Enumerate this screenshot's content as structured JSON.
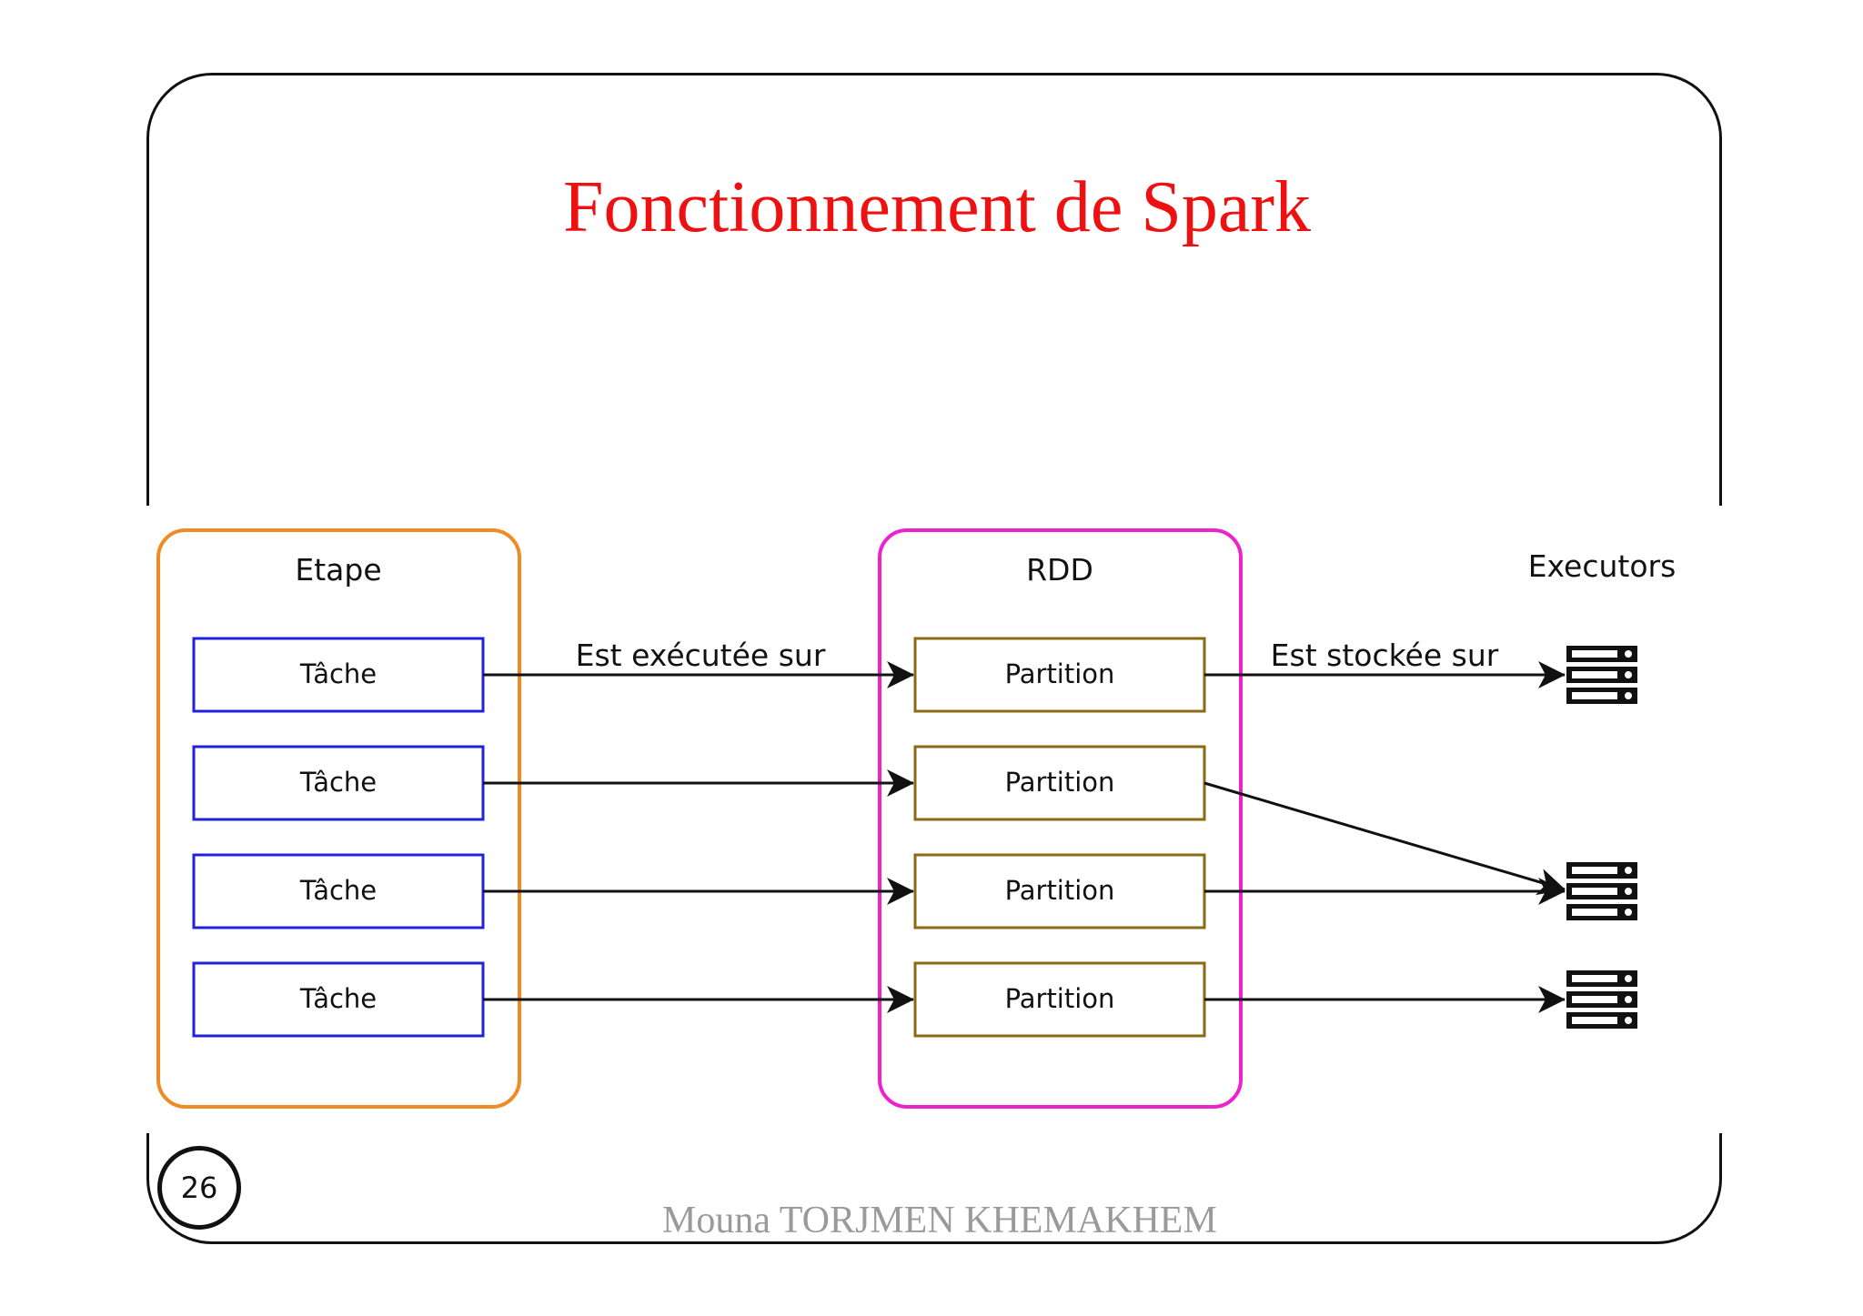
{
  "slide": {
    "title": "Fonctionnement de Spark",
    "page_number": "26",
    "footer": "Mouna TORJMEN KHEMAKHEM"
  },
  "diagram": {
    "stage_label": "Etape",
    "rdd_label": "RDD",
    "executors_label": "Executors",
    "tasks": [
      "Tâche",
      "Tâche",
      "Tâche",
      "Tâche"
    ],
    "partitions": [
      "Partition",
      "Partition",
      "Partition",
      "Partition"
    ],
    "runs_on_label": "Est exécutée sur",
    "stored_on_label": "Est stockée sur",
    "colors": {
      "stage_border": "#f08a24",
      "rdd_border": "#ee22cc",
      "task_border": "#2222dd",
      "partition_border": "#8b6a14",
      "title": "#ee1111"
    }
  }
}
